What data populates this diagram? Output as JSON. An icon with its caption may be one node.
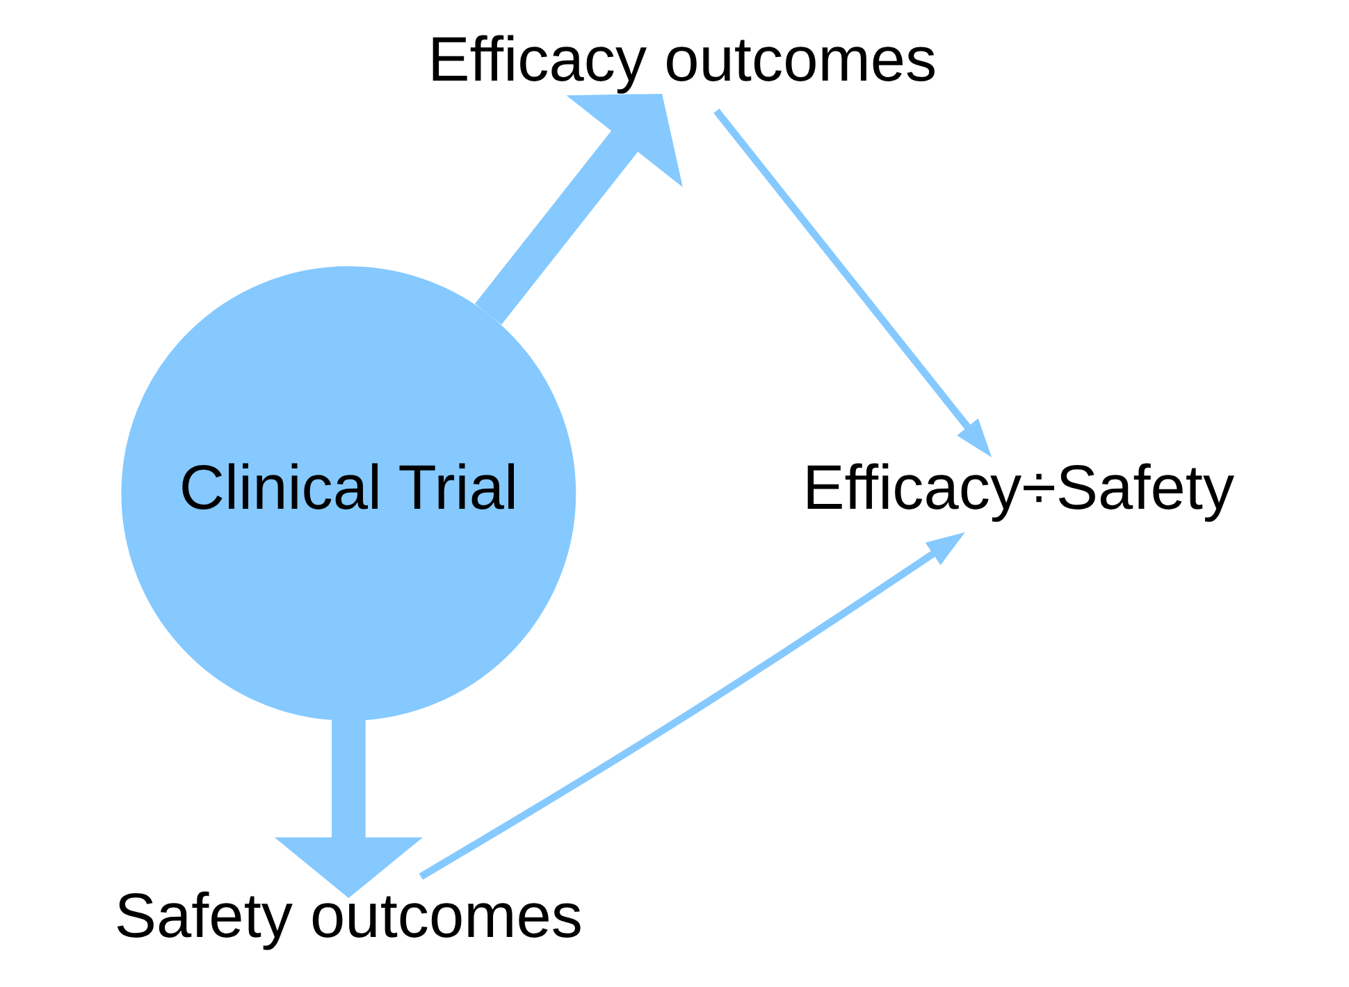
{
  "diagram": {
    "nodes": [
      {
        "text": [
          "Efficacy outcomes"
        ]
      },
      {
        "text": [
          "Clinical Trial"
        ]
      },
      {
        "text": [
          "Safety outcomes"
        ]
      },
      {
        "text": [
          "Efficacy÷Safety"
        ]
      }
    ],
    "edges": [
      {
        "from": 1,
        "to": 0,
        "arrow": "to",
        "style": "thick"
      },
      {
        "from": 1,
        "to": 2,
        "arrow": "to",
        "style": "thick"
      },
      {
        "from": 0,
        "to": 3,
        "arrow": "to"
      },
      {
        "from": 2,
        "to": 3,
        "arrow": "to"
      }
    ]
  }
}
